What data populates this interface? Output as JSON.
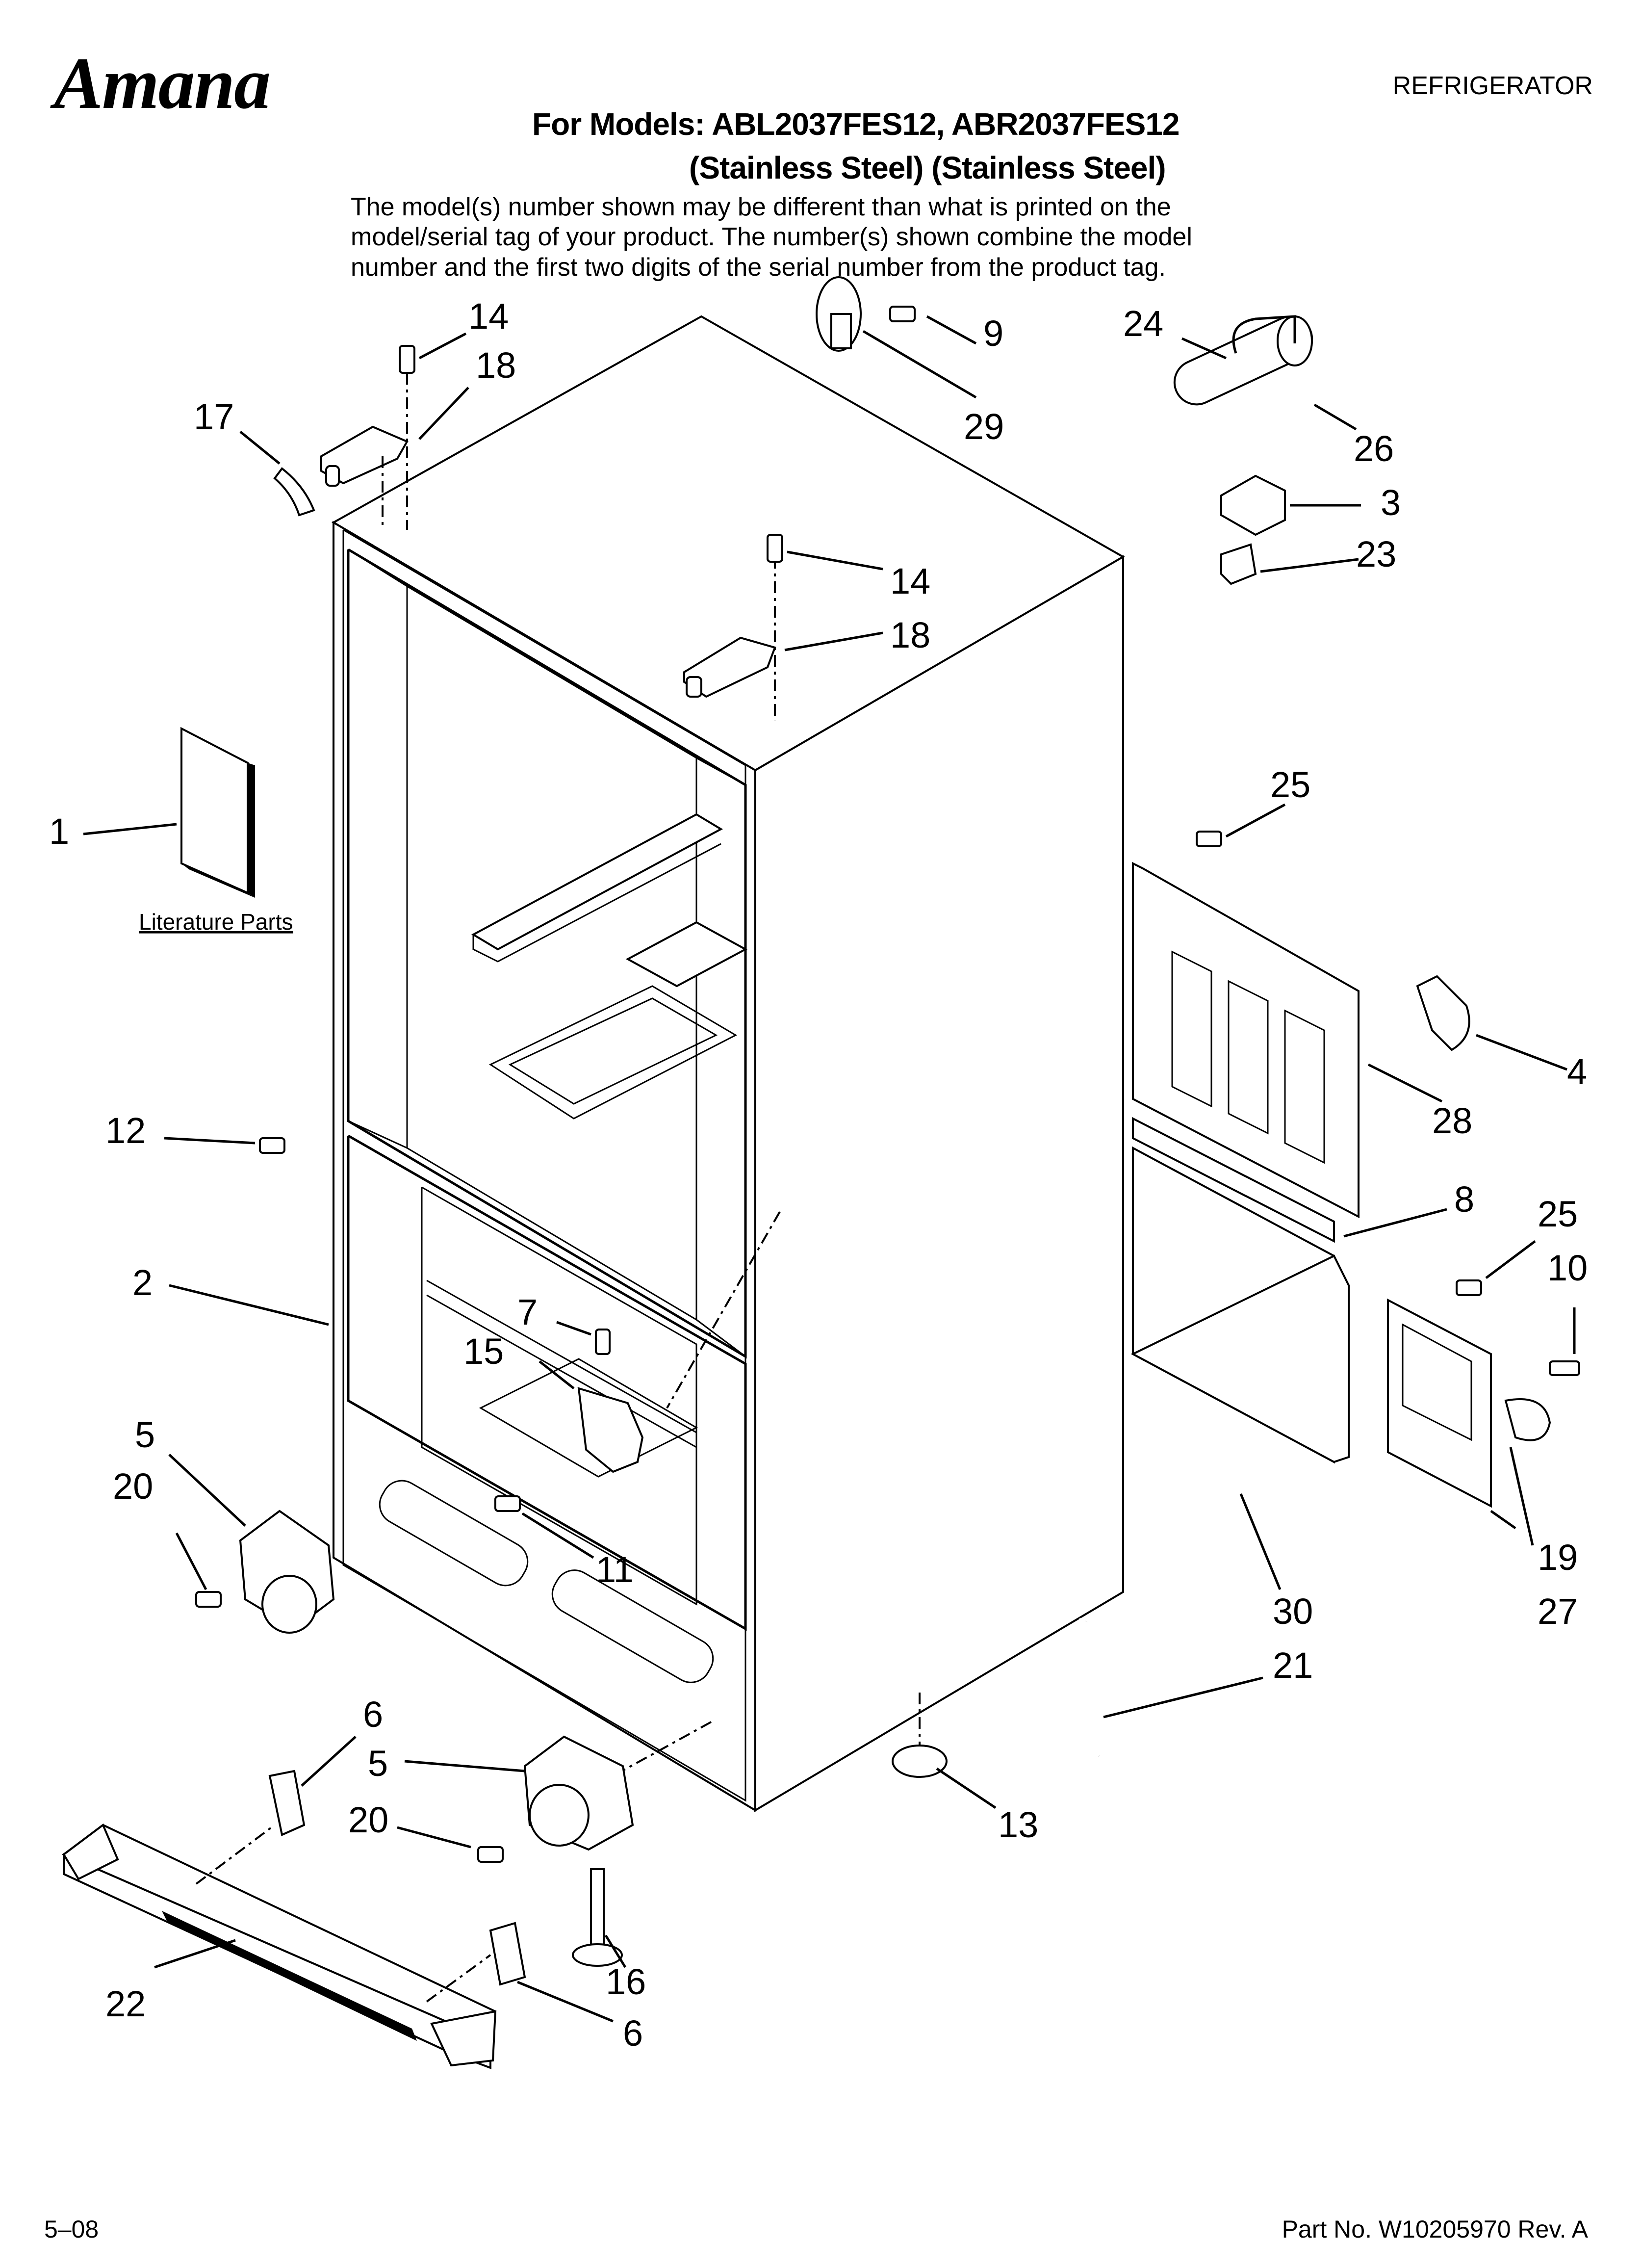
{
  "header": {
    "brand": "Amana",
    "category": "REFRIGERATOR",
    "models_line1": "For Models: ABL2037FES12, ABR2037FES12",
    "models_line2": "(Stainless Steel) (Stainless Steel)",
    "note_line1": "The model(s) number shown may be different than what is printed on the",
    "note_line2": "model/serial tag of your product. The number(s) shown combine the model",
    "note_line3": "number and the first two digits of the serial number from the product tag."
  },
  "literature_label": "Literature Parts",
  "callouts": [
    {
      "id": "c14a",
      "text": "14"
    },
    {
      "id": "c18a",
      "text": "18"
    },
    {
      "id": "c17",
      "text": "17"
    },
    {
      "id": "c9",
      "text": "9"
    },
    {
      "id": "c29",
      "text": "29"
    },
    {
      "id": "c24",
      "text": "24"
    },
    {
      "id": "c26",
      "text": "26"
    },
    {
      "id": "c3",
      "text": "3"
    },
    {
      "id": "c23",
      "text": "23"
    },
    {
      "id": "c14b",
      "text": "14"
    },
    {
      "id": "c18b",
      "text": "18"
    },
    {
      "id": "c1",
      "text": "1"
    },
    {
      "id": "c25a",
      "text": "25"
    },
    {
      "id": "c4",
      "text": "4"
    },
    {
      "id": "c28",
      "text": "28"
    },
    {
      "id": "c12",
      "text": "12"
    },
    {
      "id": "c8",
      "text": "8"
    },
    {
      "id": "c25b",
      "text": "25"
    },
    {
      "id": "c10",
      "text": "10"
    },
    {
      "id": "c2",
      "text": "2"
    },
    {
      "id": "c7",
      "text": "7"
    },
    {
      "id": "c15",
      "text": "15"
    },
    {
      "id": "c5a",
      "text": "5"
    },
    {
      "id": "c20a",
      "text": "20"
    },
    {
      "id": "c11",
      "text": "11"
    },
    {
      "id": "c19",
      "text": "19"
    },
    {
      "id": "c27",
      "text": "27"
    },
    {
      "id": "c30",
      "text": "30"
    },
    {
      "id": "c21",
      "text": "21"
    },
    {
      "id": "c6a",
      "text": "6"
    },
    {
      "id": "c5b",
      "text": "5"
    },
    {
      "id": "c20b",
      "text": "20"
    },
    {
      "id": "c13",
      "text": "13"
    },
    {
      "id": "c16",
      "text": "16"
    },
    {
      "id": "c22",
      "text": "22"
    },
    {
      "id": "c6b",
      "text": "6"
    }
  ],
  "footer": {
    "date": "5–08",
    "part_no": "Part No. W10205970 Rev. A"
  }
}
